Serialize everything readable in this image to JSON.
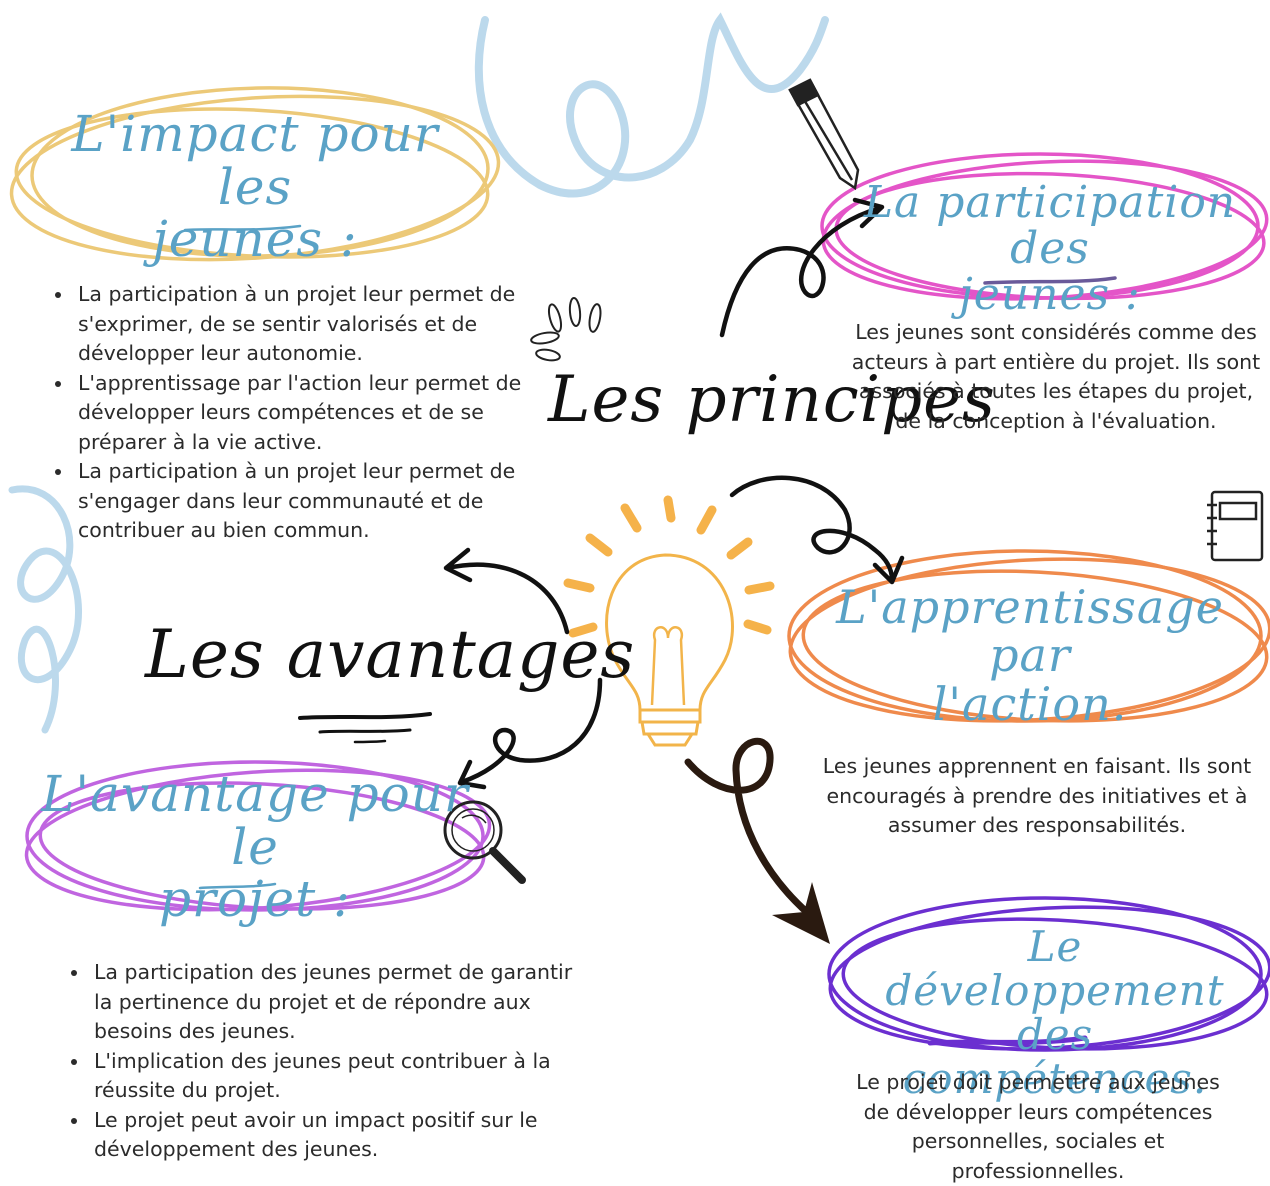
{
  "center": {
    "principes_title": "Les principes",
    "avantages_title": "Les avantages"
  },
  "impact_jeunes": {
    "title_line1": "L'impact pour les",
    "title_line2": "jeunes :",
    "items": [
      "La participation à un projet leur permet de s'exprimer, de se sentir valorisés et de développer leur autonomie.",
      "L'apprentissage par l'action leur permet de développer leurs compétences et de se préparer à la vie active.",
      "La participation à un projet leur permet de s'engager dans leur communauté et de contribuer au bien commun."
    ]
  },
  "avantage_projet": {
    "title_line1": "L'avantage pour le",
    "title_line2": "projet :",
    "items": [
      "La participation des jeunes permet de garantir la pertinence du projet et de répondre aux besoins des jeunes.",
      "L'implication des jeunes peut contribuer à la réussite du projet.",
      "Le projet peut avoir un impact positif sur le développement des jeunes."
    ]
  },
  "participation": {
    "title_line1": "La participation des",
    "title_line2": "jeunes :",
    "text": "Les jeunes sont considérés comme des acteurs à part entière du projet. Ils sont associés à toutes les étapes du projet, de la conception à l'évaluation."
  },
  "apprentissage": {
    "title_line1": "L'apprentissage par",
    "title_line2": "l'action.",
    "text": "Les jeunes apprennent en faisant. Ils sont encouragés à prendre des initiatives et à assumer des responsabilités."
  },
  "developpement": {
    "title_line1": "Le développement des",
    "title_line2": "compétences.",
    "text": "Le projet doit permettre aux jeunes de développer leurs compétences personnelles, sociales et professionnelles."
  },
  "colors": {
    "script_blue": "#5aa2c6",
    "yellow_circle": "#ecc978",
    "pink_circle": "#e455c8",
    "orange_circle": "#ef8a4c",
    "violet_circle": "#c065e0",
    "purple_circle": "#6b2fd0",
    "bulb": "#f2b44a",
    "swirl_blue": "#bcd9ec"
  },
  "icons": [
    "pencil-icon",
    "notebook-icon",
    "magnifier-icon",
    "lightbulb-icon",
    "sparkle-icon",
    "arrow-icon"
  ]
}
